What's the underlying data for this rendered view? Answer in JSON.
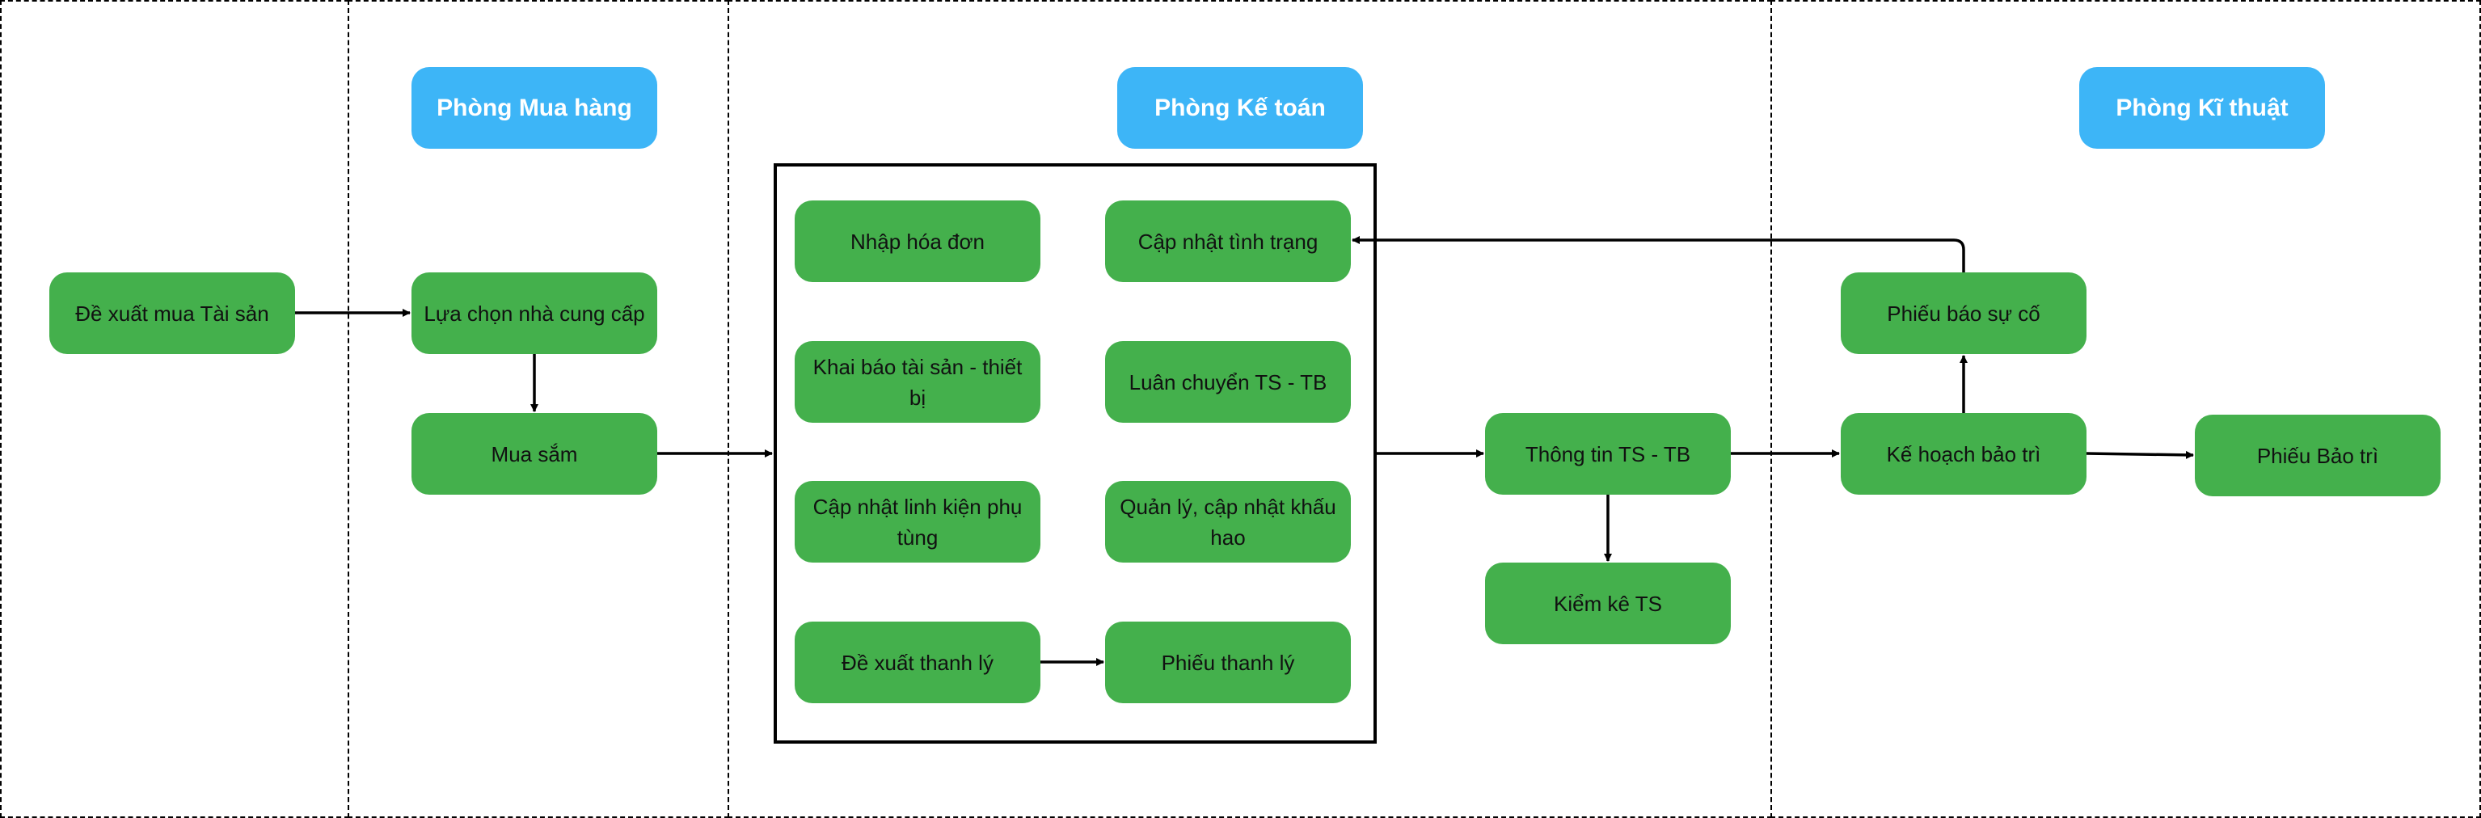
{
  "lanes": {
    "purchasing_header": "Phòng Mua hàng",
    "accounting_header": "Phòng Kế toán",
    "technical_header": "Phòng Kĩ thuật"
  },
  "nodes": {
    "asset_purchase_proposal": "Đề xuất mua Tài sản",
    "select_supplier": "Lựa chọn nhà cung cấp",
    "procurement": "Mua sắm",
    "enter_invoice": "Nhập hóa đơn",
    "declare_assets": "Khai báo tài sản - thiết bị",
    "update_spare_parts": "Cập nhật linh kiện phụ tùng",
    "liquidation_proposal": "Đề xuất thanh lý",
    "update_status": "Cập nhật tình trạng",
    "asset_transfer": "Luân chuyển TS - TB",
    "depreciation": "Quản lý, cập nhật khấu hao",
    "liquidation_slip": "Phiếu thanh lý",
    "asset_info": "Thông tin TS - TB",
    "asset_inventory": "Kiểm kê TS",
    "incident_report": "Phiếu báo sự cố",
    "maintenance_plan": "Kế hoạch bảo trì",
    "maintenance_slip": "Phiếu Bảo trì"
  },
  "colors": {
    "node_fill": "#44b04c",
    "header_fill": "#3db5f7",
    "line": "#000000"
  }
}
